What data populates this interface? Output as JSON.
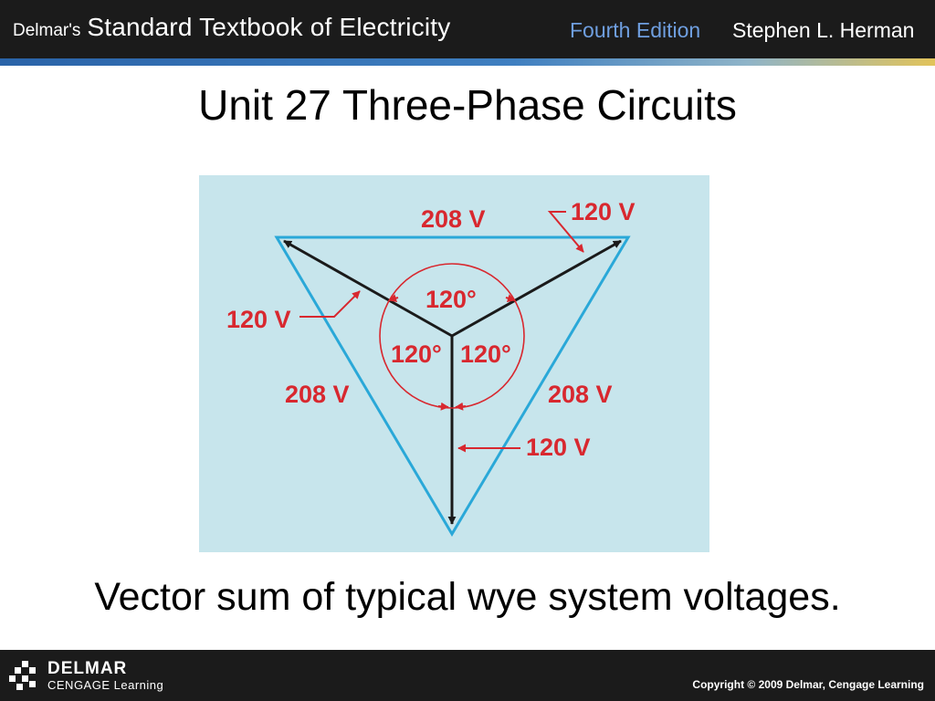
{
  "header": {
    "brand": "Delmar's",
    "book_title": "Standard Textbook of Electricity",
    "edition": "Fourth Edition",
    "author": "Stephen L. Herman"
  },
  "slide": {
    "title": "Unit 27 Three-Phase Circuits",
    "caption": "Vector sum of typical wye system voltages."
  },
  "diagram": {
    "line_voltage_top": "208 V",
    "line_voltage_left": "208 V",
    "line_voltage_right": "208 V",
    "phase_voltage_top_right": "120 V",
    "phase_voltage_left": "120 V",
    "phase_voltage_bottom": "120 V",
    "angle_top": "120°",
    "angle_left": "120°",
    "angle_right": "120°"
  },
  "colors": {
    "line": "#2aa8d8",
    "vector": "#1a1a1a",
    "label": "#d8282f",
    "figure_bg": "#c7e5ec"
  },
  "footer": {
    "logo_line1": "DELMAR",
    "logo_line2": "CENGAGE Learning",
    "copyright": "Copyright © 2009 Delmar, Cengage Learning"
  }
}
